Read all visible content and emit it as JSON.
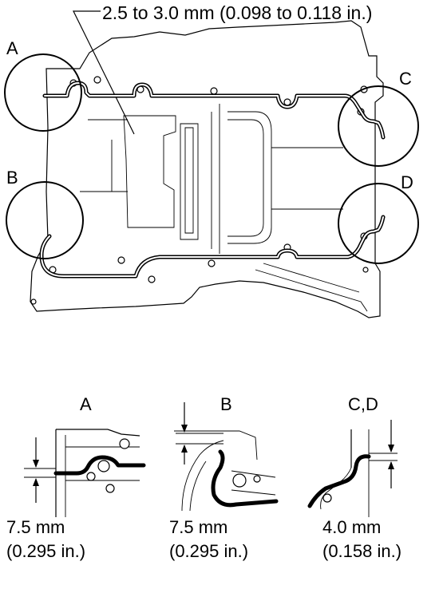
{
  "header": {
    "spec": "2.5 to 3.0 mm (0.098 to 0.118 in.)"
  },
  "callouts": {
    "a": "A",
    "b": "B",
    "c": "C",
    "d": "D"
  },
  "details": [
    {
      "title": "A",
      "value": "7.5 mm",
      "value_in": "(0.295 in.)"
    },
    {
      "title": "B",
      "value": "7.5 mm",
      "value_in": "(0.295 in.)"
    },
    {
      "title": "C,D",
      "value": "4.0 mm",
      "value_in": "(0.158 in.)"
    }
  ]
}
